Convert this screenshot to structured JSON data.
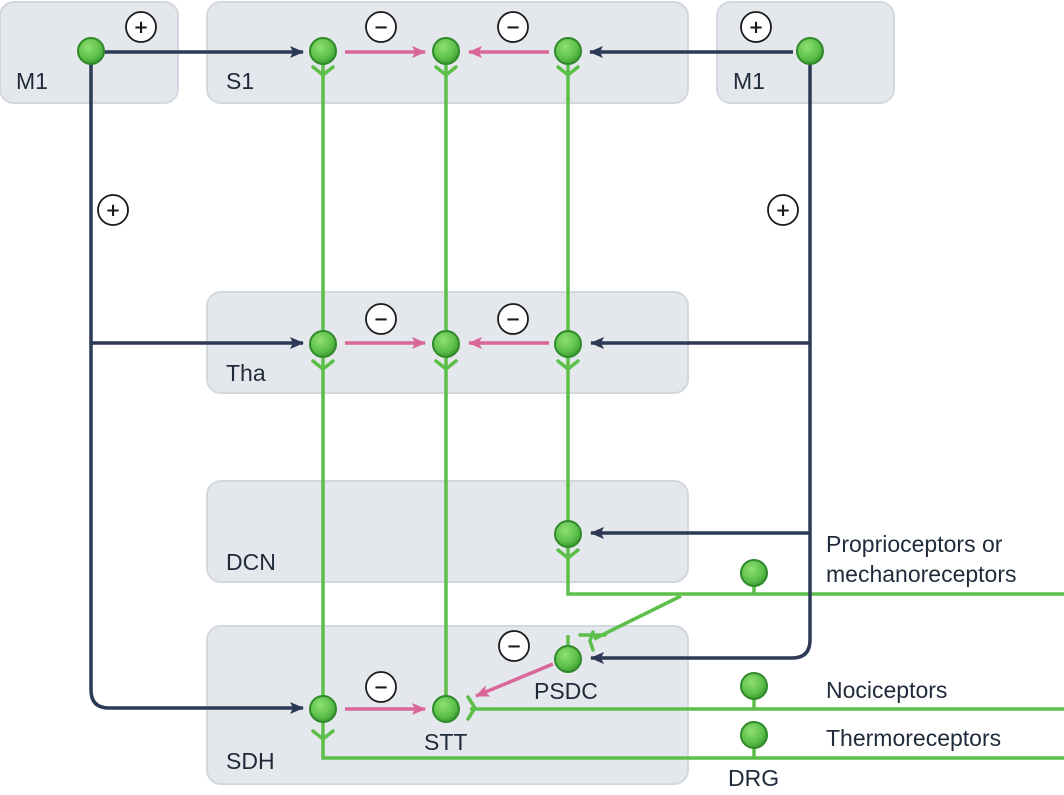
{
  "regions": [
    {
      "id": "m1-left",
      "label": "M1"
    },
    {
      "id": "s1",
      "label": "S1"
    },
    {
      "id": "m1-right",
      "label": "M1"
    },
    {
      "id": "tha",
      "label": "Tha"
    },
    {
      "id": "dcn",
      "label": "DCN"
    },
    {
      "id": "sdh",
      "label": "SDH"
    }
  ],
  "neuron_labels": {
    "psdc": "PSDC",
    "stt": "STT"
  },
  "inputs": {
    "proprio": "Proprioceptors or",
    "mechano": "mechanoreceptors",
    "noci": "Nociceptors",
    "thermo": "Thermoreceptors",
    "drg": "DRG"
  },
  "signs": {
    "plus": "+",
    "minus": "−"
  },
  "colors": {
    "region_fill": "#e4e7ec",
    "region_stroke": "#d3d7de",
    "motor_path": "#2d3a55",
    "sensory_path": "#5cbf4a",
    "inhibitory_path": "#d9679a",
    "neuron_fill": "#6ccf4e",
    "neuron_stroke": "#2f8a2a"
  }
}
